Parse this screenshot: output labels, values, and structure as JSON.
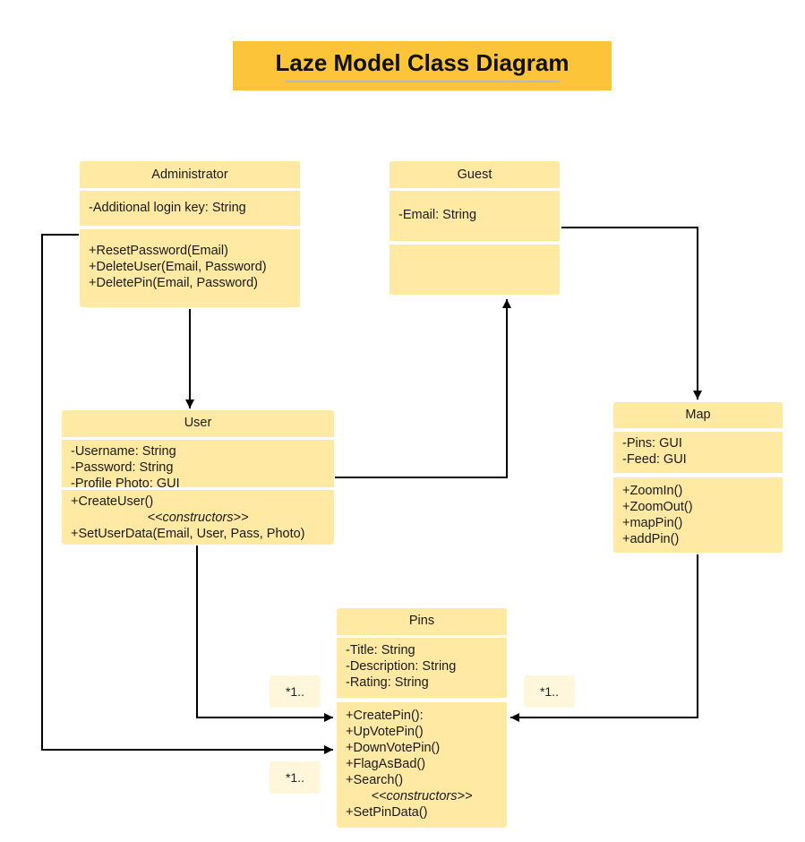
{
  "title": "Laze Model Class Diagram",
  "classes": {
    "administrator": {
      "name": "Administrator",
      "attributes": [
        "-Additional login key: String"
      ],
      "methods": [
        "+ResetPassword(Email)",
        "+DeleteUser(Email, Password)",
        "+DeletePin(Email, Password)"
      ]
    },
    "guest": {
      "name": "Guest",
      "attributes": [
        "-Email: String"
      ],
      "methods": []
    },
    "user": {
      "name": "User",
      "attributes": [
        "-Username: String",
        "-Password: String",
        "-Profile Photo: GUI"
      ],
      "methods": [
        "+CreateUser()",
        "<<constructors>>",
        "+SetUserData(Email, User, Pass, Photo)"
      ]
    },
    "map": {
      "name": "Map",
      "attributes": [
        "-Pins: GUI",
        "-Feed: GUI"
      ],
      "methods": [
        "+ZoomIn()",
        "+ZoomOut()",
        "+mapPin()",
        "+addPin()"
      ]
    },
    "pins": {
      "name": "Pins",
      "attributes": [
        "-Title: String",
        "-Description: String",
        "-Rating: String"
      ],
      "methods": [
        "+CreatePin():",
        "+UpVotePin()",
        "+DownVotePin()",
        "+FlagAsBad()",
        "+Search()",
        "<<constructors>>",
        "+SetPinData()"
      ]
    }
  },
  "multiplicities": [
    "*1..",
    "*1..",
    "*1.."
  ],
  "colors": {
    "title_fill": "#fcc438",
    "class_fill": "#ffe9a3",
    "multiplicity_fill": "#fff6dc",
    "connector": "#000000"
  }
}
